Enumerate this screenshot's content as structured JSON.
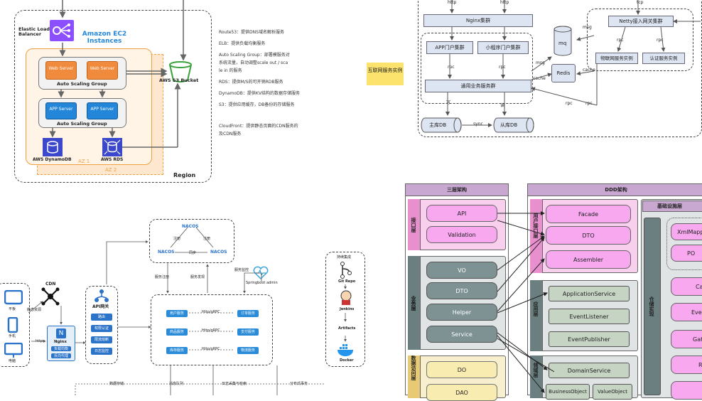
{
  "aws": {
    "elb": "Elastic Load Balancer",
    "ec2": "Amazon EC2 Instances",
    "web_server_1": "Web Server",
    "web_server_2": "Web Server",
    "asg_top": "Auto Scaling Group",
    "app_server_1": "APP Server",
    "app_server_2": "APP Server",
    "asg_bottom": "Auto Scaling Group",
    "dynamodb": "AWS DynamoDB",
    "rds": "AWS RDS",
    "az1": "AZ 1",
    "az2": "AZ 2",
    "region": "Region",
    "s3": "AWS S3 Bucket",
    "notes": [
      "Route53：提供DNS域名解析服务",
      "ELB：提供负载均衡服务",
      "Auto Scaling Group：部署模服务对",
      "系统流量，自动调整scale out / sca",
      "le in 的服务",
      "RDS：提供M/S的可开销RDB服务",
      "DynamoDB：提供KV结构的数据存储服务",
      "S3：提供应用缓存，DB备份的存储服务"
    ],
    "cloudfront_1": "CloudFront：提供静态页面的CDN服务的",
    "cloudfront_2": "及CDN服务"
  },
  "sysarch": {
    "http_1": "http",
    "http_2": "http",
    "nginx": "Nginx集群",
    "app_portal": "APP门户集群",
    "mini_portal": "小程序门户集群",
    "rpc_1": "rpc",
    "rpc_2": "rpc",
    "common_svc": "通用业务服务群",
    "mq": "mq",
    "redis": "Redis",
    "msg_1": "msg",
    "msg_2": "msg",
    "cache_1": "cache",
    "cache_2": "cache",
    "tcp": "tcp",
    "netty": "Netty接入网关集群",
    "iot_svc": "物联网服务实例",
    "auth_svc": "认证服务实例",
    "rpc_3": "rpc",
    "rpc_4": "rpc",
    "rpc_5": "rpc",
    "rpc_6": "rpc",
    "write": "写",
    "read": "读",
    "master_db": "主库DB",
    "slave_db": "从库DB",
    "sync": "sync",
    "sticky": "互联网服务实例"
  },
  "micro": {
    "cdn": "CDN",
    "static_res": "静态资源",
    "dev_pc": "平板",
    "dev_phone": "手机",
    "dev_pad": "电脑",
    "https": "https",
    "nginx_title": "Nginx",
    "nginx_1": "负载均衡",
    "nginx_2": "反向代理",
    "nacos_top": "NACOS",
    "nacos_left": "NACOS",
    "nacos_right": "NACOS",
    "reg_1": "注册",
    "reg_2": "注册",
    "sync_lbl": "同步",
    "gateway": "API网关",
    "gw_items": [
      "路由",
      "权限认证",
      "限流熔断",
      "日志监控"
    ],
    "svc_rows": [
      [
        "用户服务",
        "订单服务"
      ],
      [
        "商品服务",
        "支付服务"
      ],
      [
        "库存服务",
        "物流服务"
      ]
    ],
    "rpc_lbls": [
      "Http/gRPC",
      "Http/gRPC",
      "Http/gRPC"
    ],
    "svc_reg": "服务注册",
    "svc_find": "服务发现",
    "monitor": "服务监控",
    "springboot": "Springboot admin",
    "cicd_title": "持续集成",
    "git": "Git Repo",
    "jenkins": "Jenkins",
    "artifact": "Artifacts",
    "docker": "Docker",
    "bottom_lbls": [
      "数据存储",
      "消息队列",
      "日志采集与检索",
      "分布式事务"
    ]
  },
  "ddd": {
    "three_layer": "三层架构",
    "ddd_arch": "DDD架构",
    "infra": "基础设施层",
    "side_interface": "接口层",
    "side_business": "业务层",
    "side_data": "数据访问层",
    "side_user": "用户接口层",
    "side_app": "应用层",
    "side_domain": "领域层",
    "side_storage": "仓储实现",
    "left_items": [
      "API",
      "Validation",
      "VO",
      "DTO",
      "Helper",
      "Service",
      "DO",
      "DAO"
    ],
    "user_items": [
      "Facade",
      "DTO",
      "Assembler"
    ],
    "app_items": [
      "ApplicationService",
      "EventListener",
      "EventPublisher"
    ],
    "domain_items": [
      "DomainService",
      "BusinessObject",
      "ValueObject"
    ],
    "infra_items": [
      "XmlMapper",
      "PO",
      "Ca",
      "Even",
      "Gat",
      "R"
    ]
  }
}
